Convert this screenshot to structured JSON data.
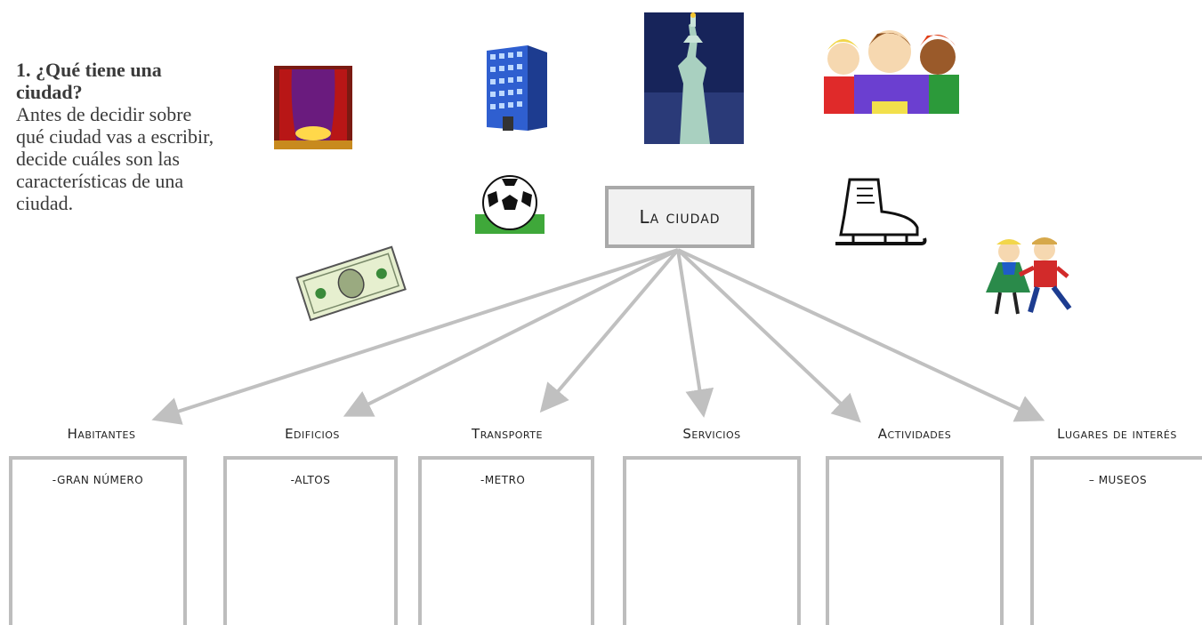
{
  "intro": {
    "heading": "1. ¿Qué tiene una ciudad?",
    "body": "Antes de decidir sobre qué ciudad vas a escribir, decide cuáles son las características de una ciudad."
  },
  "center": {
    "label": "La ciudad"
  },
  "categories": [
    {
      "label": "Habitantes",
      "entry": "-gran número"
    },
    {
      "label": "Edificios",
      "entry": "-altos"
    },
    {
      "label": "Transporte",
      "entry": "-metro"
    },
    {
      "label": "Servicios",
      "entry": ""
    },
    {
      "label": "Actividades",
      "entry": ""
    },
    {
      "label": "Lugares de interés",
      "entry": "– museos"
    }
  ],
  "images": [
    {
      "name": "theater-stage-image"
    },
    {
      "name": "office-building-image"
    },
    {
      "name": "statue-of-liberty-image"
    },
    {
      "name": "people-group-image"
    },
    {
      "name": "soccer-ball-image"
    },
    {
      "name": "ice-skate-image"
    },
    {
      "name": "dollar-bill-image"
    },
    {
      "name": "dancing-couple-image"
    }
  ],
  "colors": {
    "arrow": "#c0c0c0",
    "box_border": "#bdbdbd",
    "center_border": "#a9a9a9"
  }
}
